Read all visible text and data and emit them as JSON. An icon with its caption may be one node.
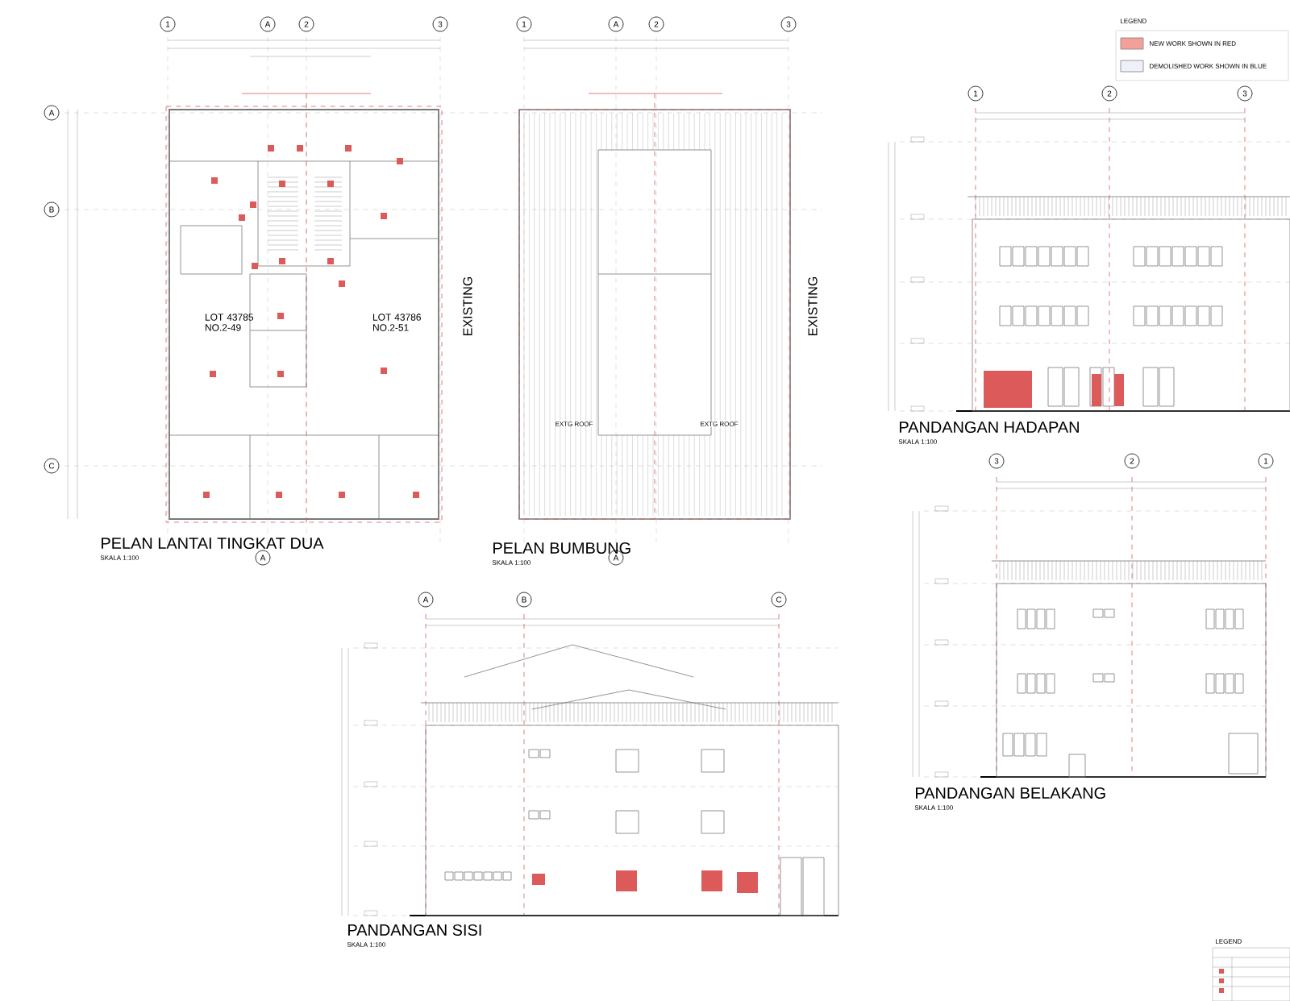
{
  "diagram": {
    "nodes": [
      {
        "text": [
          "1"
        ]
      },
      {
        "text": [
          "A"
        ]
      },
      {
        "text": [
          "2"
        ]
      },
      {
        "text": [
          "3"
        ]
      },
      {
        "text": [
          "A"
        ]
      },
      {
        "text": [
          "B"
        ]
      },
      {
        "text": [
          "C"
        ]
      },
      {
        "text": [
          "A"
        ]
      },
      {
        "text": [
          "1"
        ]
      },
      {
        "text": [
          "A"
        ]
      },
      {
        "text": [
          "2"
        ]
      },
      {
        "text": [
          "3"
        ]
      },
      {
        "text": [
          "A"
        ]
      },
      {
        "text": [
          "1"
        ]
      },
      {
        "text": [
          "2"
        ]
      },
      {
        "text": [
          "3"
        ]
      },
      {
        "text": [
          "3"
        ]
      },
      {
        "text": [
          "2"
        ]
      },
      {
        "text": [
          "1"
        ]
      },
      {
        "text": [
          "A"
        ]
      },
      {
        "text": [
          "B"
        ]
      },
      {
        "text": [
          "C"
        ]
      }
    ],
    "labels": [
      "LEGEND",
      "LOT 43785 NO.2-49",
      "LOT 43786 NO.2-51",
      "EXISTING",
      "EXISTING",
      "EXTG ROOF",
      "EXTG ROOF",
      "PELAN LANTAI TINGKAT DUA",
      "SKALA 1:100",
      "PELAN BUMBUNG",
      "SKALA 1:100",
      "PANDANGAN HADAPAN",
      "SKALA 1:100",
      "PANDANGAN BELAKANG",
      "SKALA 1:100",
      "PANDANGAN SISI",
      "SKALA 1:100",
      "LEGEND"
    ],
    "legend": [
      {
        "text": "NEW WORK SHOWN IN RED",
        "color": "#f4a09a"
      },
      {
        "text": "DEMOLISHED WORK SHOWN IN BLUE",
        "color": "#eef2f8"
      }
    ]
  }
}
